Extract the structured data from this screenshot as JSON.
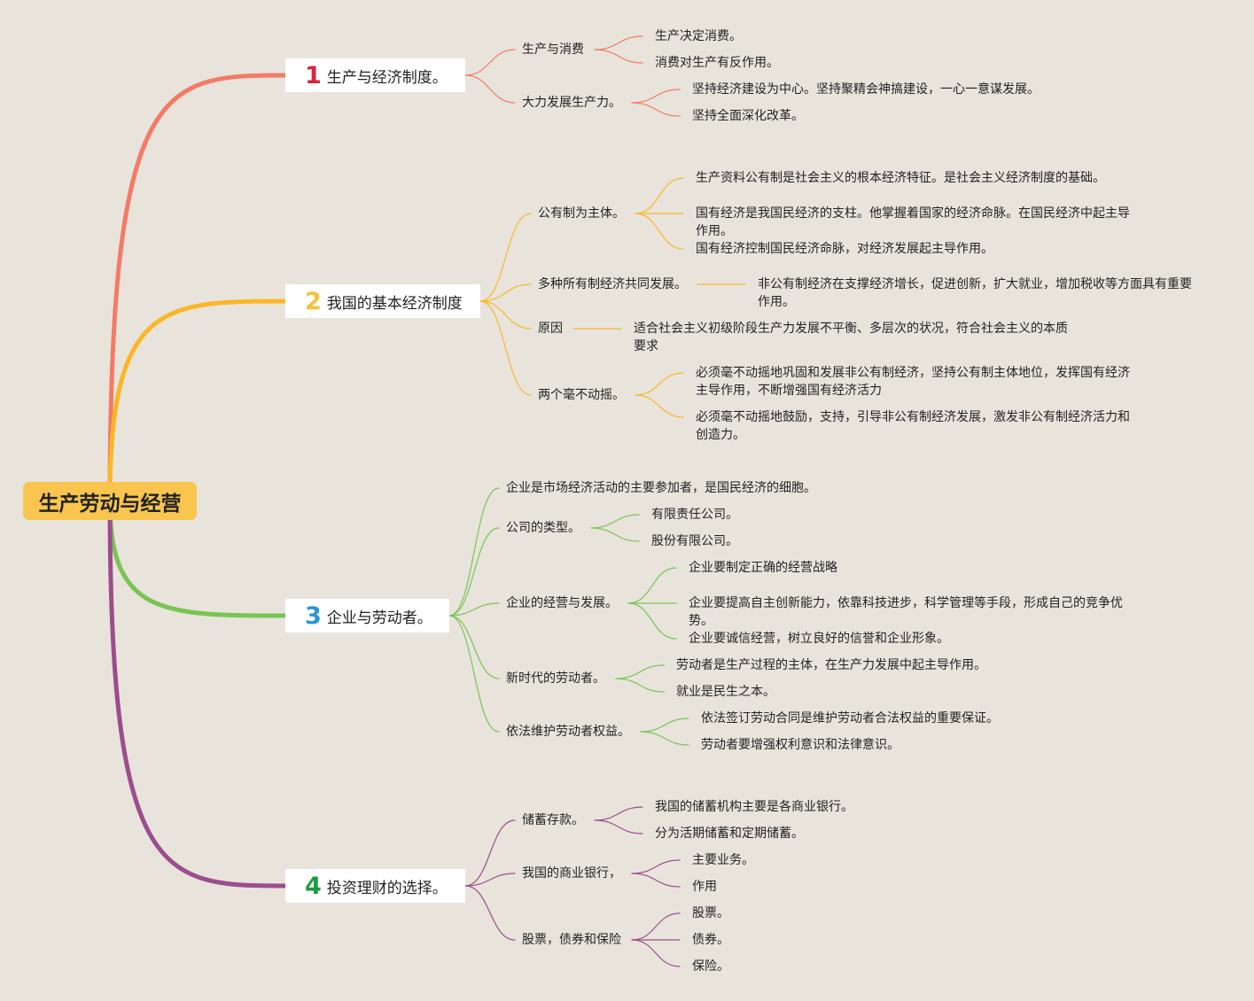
{
  "root": "生产劳动与经营",
  "colors": {
    "b1": "#f47a66",
    "b2": "#fbb626",
    "b3": "#78c552",
    "b4": "#9c4d8d"
  },
  "branches": [
    {
      "number": "1",
      "label": "生产与经济制度。",
      "topics": [
        {
          "label": "生产与消费",
          "leaves": [
            "生产决定消费。",
            "消费对生产有反作用。"
          ]
        },
        {
          "label": "大力发展生产力。",
          "leaves": [
            "坚持经济建设为中心。坚持聚精会神搞建设，一心一意谋发展。",
            "坚持全面深化改革。"
          ]
        }
      ]
    },
    {
      "number": "2",
      "label": "我国的基本经济制度",
      "topics": [
        {
          "label": "公有制为主体。",
          "leaves": [
            "生产资料公有制是社会主义的根本经济特征。是社会主义经济制度的基础。",
            "国有经济是我国民经济的支柱。他掌握着国家的经济命脉。在国民经济中起主导作用。",
            "国有经济控制国民经济命脉，对经济发展起主导作用。"
          ]
        },
        {
          "label": "多种所有制经济共同发展。",
          "leaves": [
            "非公有制经济在支撑经济增长，促进创新，扩大就业，增加税收等方面具有重要作用。"
          ]
        },
        {
          "label": "原因",
          "leaves": [
            "适合社会主义初级阶段生产力发展不平衡、多层次的状况，符合社会主义的本质要求"
          ]
        },
        {
          "label": "两个毫不动摇。",
          "leaves": [
            "必须毫不动摇地巩固和发展非公有制经济，坚持公有制主体地位，发挥国有经济主导作用，不断增强国有经济活力",
            "必须毫不动摇地鼓励，支持，引导非公有制经济发展，激发非公有制经济活力和创造力。"
          ]
        }
      ]
    },
    {
      "number": "3",
      "label": "企业与劳动者。",
      "topics": [
        {
          "label": "企业是市场经济活动的主要参加者，是国民经济的细胞。",
          "leaves": []
        },
        {
          "label": "公司的类型。",
          "leaves": [
            "有限责任公司。",
            "股份有限公司。"
          ]
        },
        {
          "label": "企业的经营与发展。",
          "leaves": [
            "企业要制定正确的经营战略",
            "企业要提高自主创新能力，依靠科技进步，科学管理等手段，形成自己的竞争优势。",
            "企业要诚信经营，树立良好的信誉和企业形象。"
          ]
        },
        {
          "label": "新时代的劳动者。",
          "leaves": [
            "劳动者是生产过程的主体，在生产力发展中起主导作用。",
            "就业是民生之本。"
          ]
        },
        {
          "label": "依法维护劳动者权益。",
          "leaves": [
            "依法签订劳动合同是维护劳动者合法权益的重要保证。",
            "劳动者要增强权利意识和法律意识。"
          ]
        }
      ]
    },
    {
      "number": "4",
      "label": "投资理财的选择。",
      "topics": [
        {
          "label": "储蓄存款。",
          "leaves": [
            "我国的储蓄机构主要是各商业银行。",
            "分为活期储蓄和定期储蓄。"
          ]
        },
        {
          "label": "我国的商业银行，",
          "leaves": [
            "主要业务。",
            "作用"
          ]
        },
        {
          "label": "股票，债券和保险",
          "leaves": [
            "股票。",
            "债券。",
            "保险。"
          ]
        }
      ]
    }
  ]
}
